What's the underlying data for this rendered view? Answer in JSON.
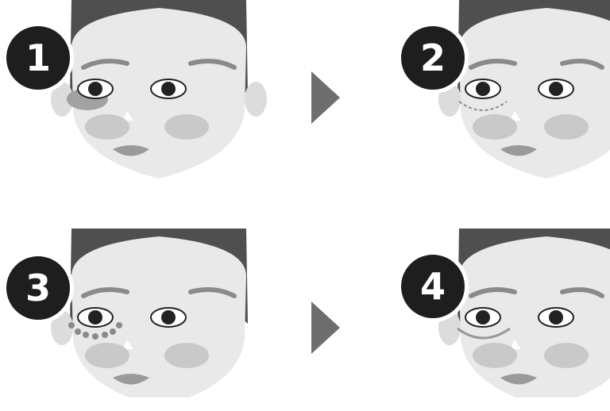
{
  "steps": [
    {
      "number": "1",
      "mark": "dark-circle"
    },
    {
      "number": "2",
      "mark": "dotted-outline"
    },
    {
      "number": "3",
      "mark": "dot-points"
    },
    {
      "number": "4",
      "mark": "blended-outline"
    }
  ],
  "colors": {
    "hair": "#4f4f4f",
    "skin": "#e9e9e9",
    "badge": "#1e1e1e",
    "arrow": "#6e6e6e",
    "blush": "#c9c9c9",
    "lips": "#9a9a9a"
  },
  "icons": [
    "step-number-badge",
    "next-step-arrow"
  ]
}
